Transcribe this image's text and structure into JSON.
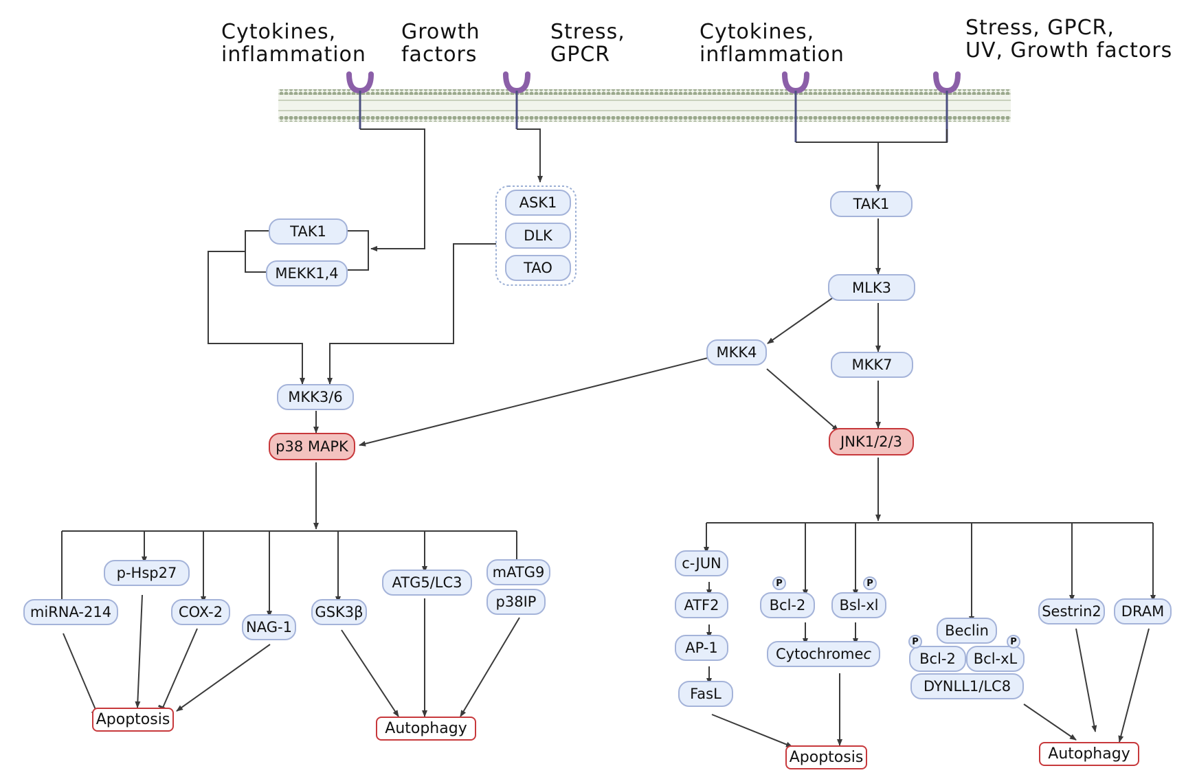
{
  "stimuli": [
    {
      "id": "stim1",
      "text": "Cytokines,\ninflammation"
    },
    {
      "id": "stim2",
      "text": "Growth\nfactors"
    },
    {
      "id": "stim3",
      "text": "Stress,\nGPCR"
    },
    {
      "id": "stim4",
      "text": "Cytokines,\ninflammation"
    },
    {
      "id": "stim5",
      "text": "Stress, GPCR,\nUV, Growth factors"
    }
  ],
  "nodes": {
    "ask1": "ASK1",
    "dlk": "DLK",
    "tao": "TAO",
    "tak1_left": "TAK1",
    "mekk14": "MEKK1,4",
    "mkk36": "MKK3/6",
    "p38": "p38 MAPK",
    "tak1_right": "TAK1",
    "mlk3": "MLK3",
    "mkk4": "MKK4",
    "mkk7": "MKK7",
    "jnk": "JNK1/2/3",
    "mirna214": "miRNA-214",
    "phsp27": "p-Hsp27",
    "cox2": "COX-2",
    "nag1": "NAG-1",
    "gsk3b": "GSK3β",
    "atg5": "ATG5/LC3",
    "matg9": "mATG9",
    "p38ip": "p38IP",
    "cjun": "c-JUN",
    "atf2": "ATF2",
    "ap1": "AP-1",
    "fasl": "FasL",
    "bcl2_a": "Bcl-2",
    "bslxl": "Bsl-xl",
    "cytc_main": "Cytochrome ",
    "cytc_italic": "c",
    "beclin": "Beclin",
    "bcl2_b": "Bcl-2",
    "bclxl": "Bcl-xL",
    "dynll1": "DYNLL1/LC8",
    "sestrin2": "Sestrin2",
    "dram": "DRAM"
  },
  "outcomes": {
    "apoptosis_left": "Apoptosis",
    "autophagy_left": "Autophagy",
    "apoptosis_right": "Apoptosis",
    "autophagy_right": "Autophagy"
  },
  "phospho_label": "P",
  "colors": {
    "membrane": "#8a9a7a",
    "receptor": "#8b5fa8",
    "line": "#3a3a3a",
    "node_fill": "#e6eefb",
    "node_border": "#a4b3d9",
    "kinase_fill": "#f3c2bf",
    "kinase_border": "#c7383b",
    "outcome_border": "#c7383b"
  }
}
